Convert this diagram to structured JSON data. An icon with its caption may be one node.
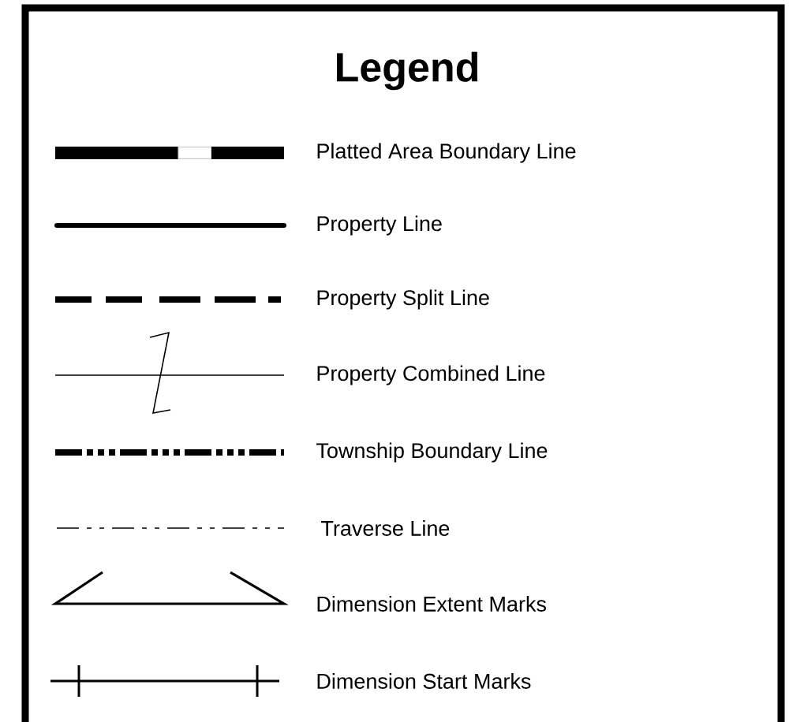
{
  "diagram": {
    "title": "Legend",
    "legend": [
      {
        "text": "Platted Area Boundary Line"
      },
      {
        "text": "Property Line"
      },
      {
        "text": "Property Split Line"
      },
      {
        "text": "Property Combined Line"
      },
      {
        "text": "Township Boundary Line"
      },
      {
        "text": "Traverse Line"
      },
      {
        "text": "Dimension Extent Marks"
      },
      {
        "text": "Dimension Start Marks"
      }
    ]
  }
}
